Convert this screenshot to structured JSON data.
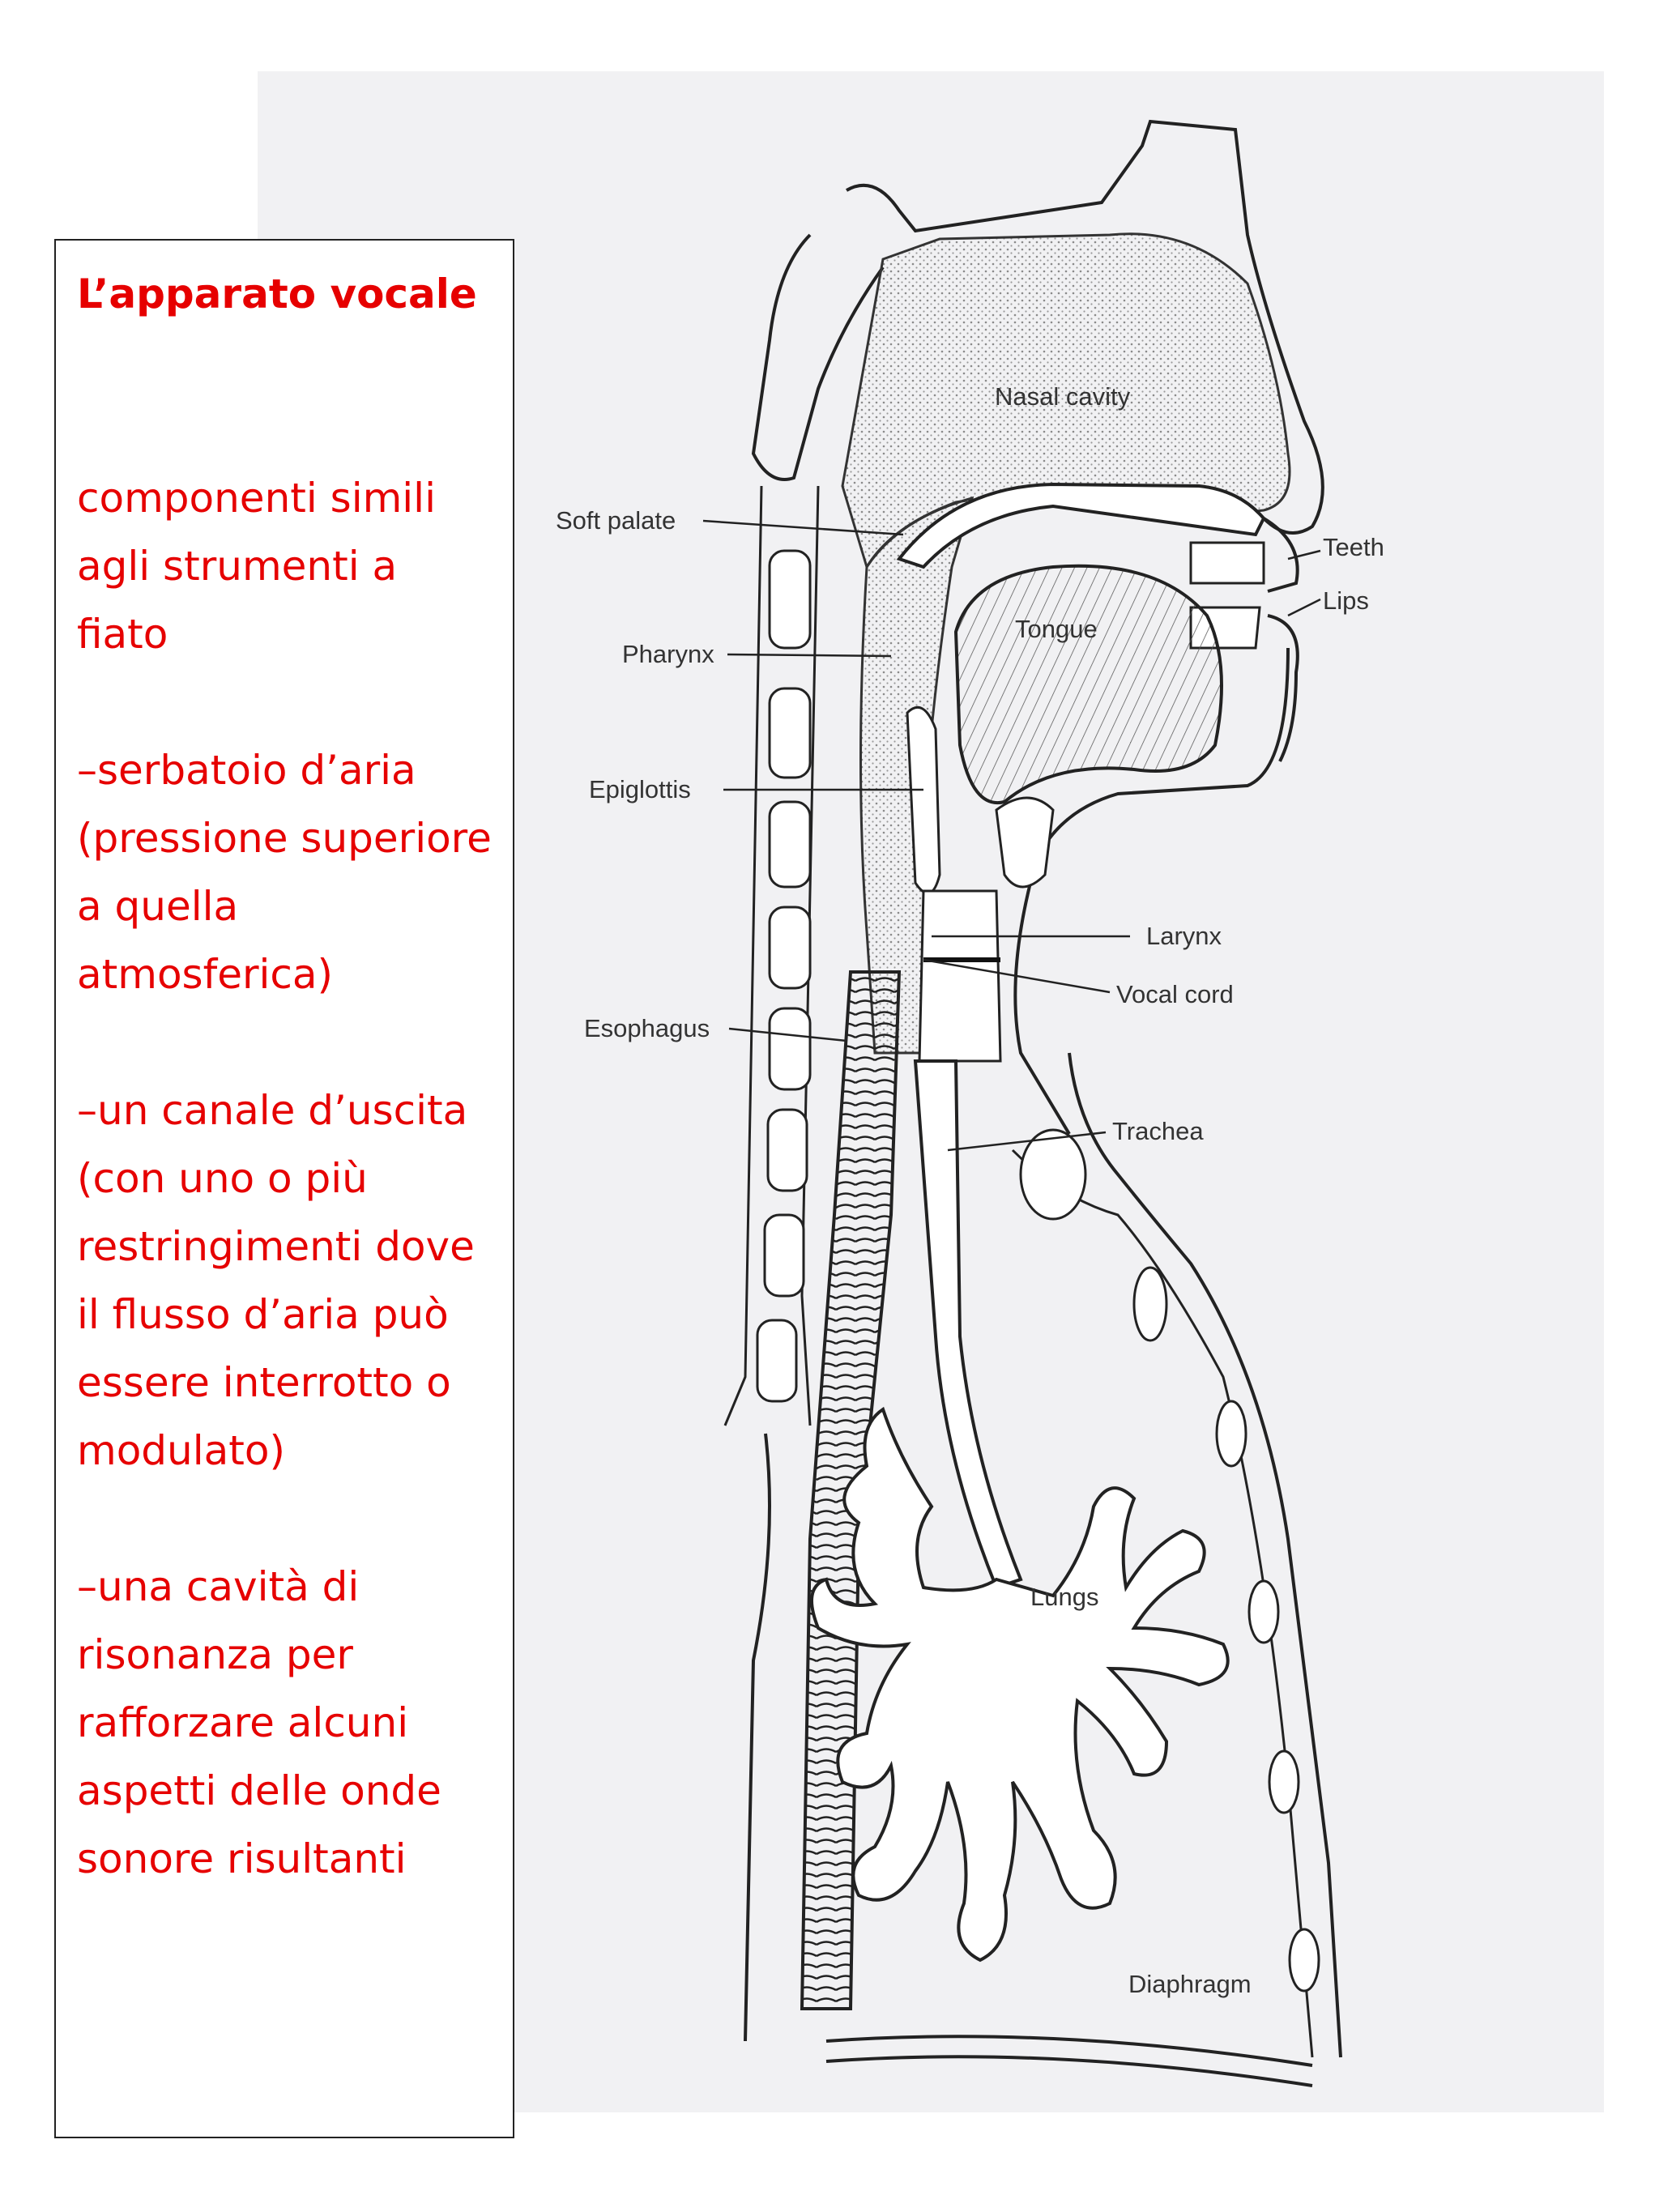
{
  "textbox": {
    "title": "L’apparato vocale",
    "paragraphs": [
      "componenti simili agli strumenti a fiato",
      "–serbatoio d’aria (pressione superiore a quella atmosferica)",
      "–un canale d’uscita (con uno o più restringimenti dove il flusso d’aria può essere interrotto o modulato)",
      "–una cavità di risonanza per rafforzare alcuni aspetti delle onde sonore risultanti"
    ]
  },
  "diagram": {
    "labels": {
      "nasal_cavity": "Nasal cavity",
      "soft_palate": "Soft palate",
      "teeth": "Teeth",
      "lips": "Lips",
      "tongue": "Tongue",
      "pharynx": "Pharynx",
      "epiglottis": "Epiglottis",
      "larynx": "Larynx",
      "vocal_cord": "Vocal cord",
      "esophagus": "Esophagus",
      "trachea": "Trachea",
      "lungs": "Lungs",
      "diaphragm": "Diaphragm"
    }
  }
}
